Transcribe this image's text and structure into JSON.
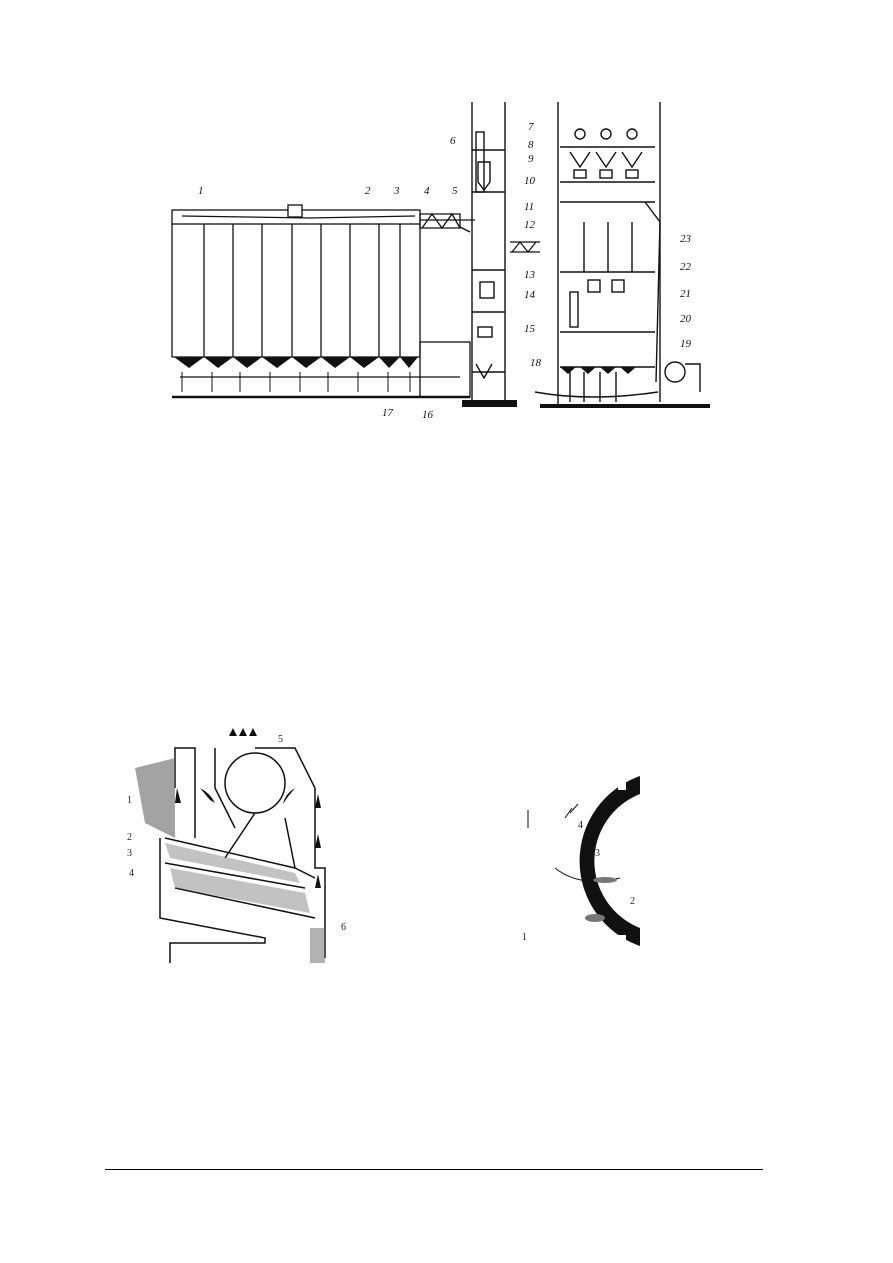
{
  "figure1": {
    "labels": [
      "1",
      "2",
      "3",
      "4",
      "5",
      "6",
      "7",
      "8",
      "9",
      "10",
      "11",
      "12",
      "13",
      "14",
      "15",
      "16",
      "17",
      "18",
      "19",
      "20",
      "21",
      "22",
      "23"
    ]
  },
  "figure2": {
    "labels": [
      "1",
      "2",
      "3",
      "4",
      "5",
      "6"
    ]
  },
  "figure3": {
    "labels": [
      "1",
      "2",
      "3",
      "4"
    ]
  }
}
